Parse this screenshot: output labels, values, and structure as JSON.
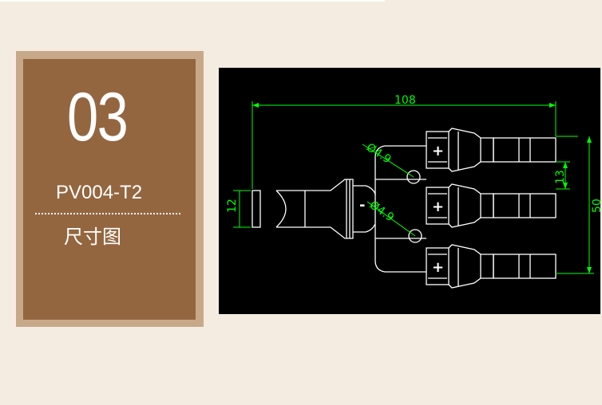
{
  "badge": {
    "number": "03",
    "model": "PV004-T2",
    "subtitle": "尺寸图"
  },
  "drawing": {
    "dimensions": {
      "overall_length": "108",
      "overall_width": "50",
      "spacing": "13",
      "left_diameter": "12",
      "hole_1": "Ø4.9",
      "hole_2": "Ø4.9"
    },
    "polarity": {
      "plus_1": "+",
      "plus_2": "+",
      "plus_3": "+",
      "minus": "-"
    },
    "colors": {
      "background": "#000000",
      "outline": "#ffffff",
      "dimension": "#00ff00"
    }
  },
  "colors": {
    "page_background": "#f5ece1",
    "badge_border": "#c7a98a",
    "badge_fill": "#946640"
  }
}
